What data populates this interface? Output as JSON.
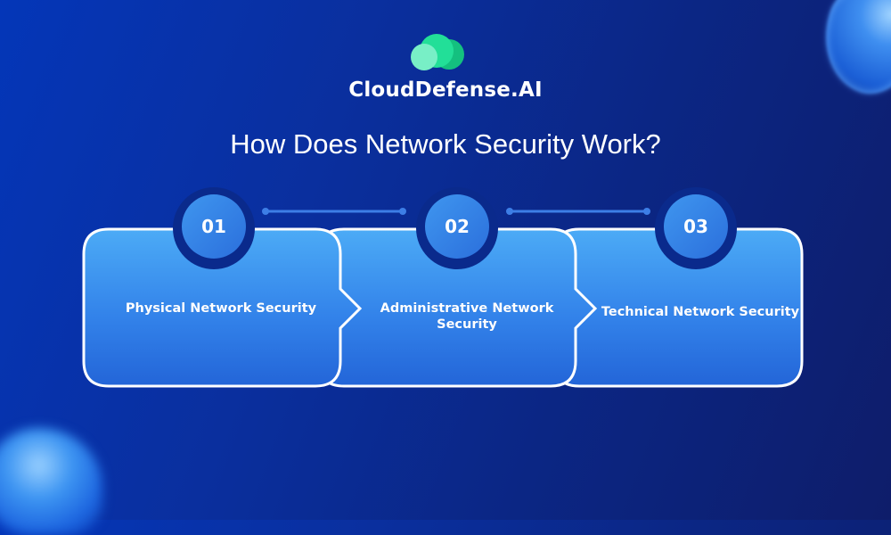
{
  "brand": {
    "name": "CloudDefense.AI",
    "logo_colors": [
      "#1ed98f",
      "#2ee6a0",
      "#7ef0c8"
    ]
  },
  "headline": "How Does Network Security Work?",
  "steps": [
    {
      "number": "01",
      "label": "Physical Network Security"
    },
    {
      "number": "02",
      "label": "Administrative Network Security"
    },
    {
      "number": "03",
      "label": "Technical Network Security"
    }
  ],
  "colors": {
    "background_start": "#0436b8",
    "background_end": "#0e1d6a",
    "card_top": "#4aa8f5",
    "card_bottom": "#2366da",
    "card_border": "#ffffff",
    "badge_ring": "#0a2a8c",
    "badge_fill": "#3a88ea",
    "connector": "#3d7ee6"
  }
}
